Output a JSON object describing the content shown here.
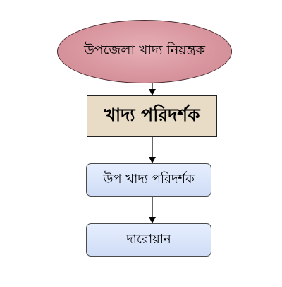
{
  "nodes": {
    "controller": "উপজেলা খাদ্য নিয়ন্ত্রক",
    "inspector": "খাদ্য পরিদর্শক",
    "sub_inspector": "উপ খাদ্য পরিদর্শক",
    "guard": "দারোয়ান"
  },
  "colors": {
    "ellipse_fill": "#d9969f",
    "main_box_fill": "#e9dcc6",
    "sub_box_fill": "#d9e4f7",
    "line": "#000000"
  }
}
